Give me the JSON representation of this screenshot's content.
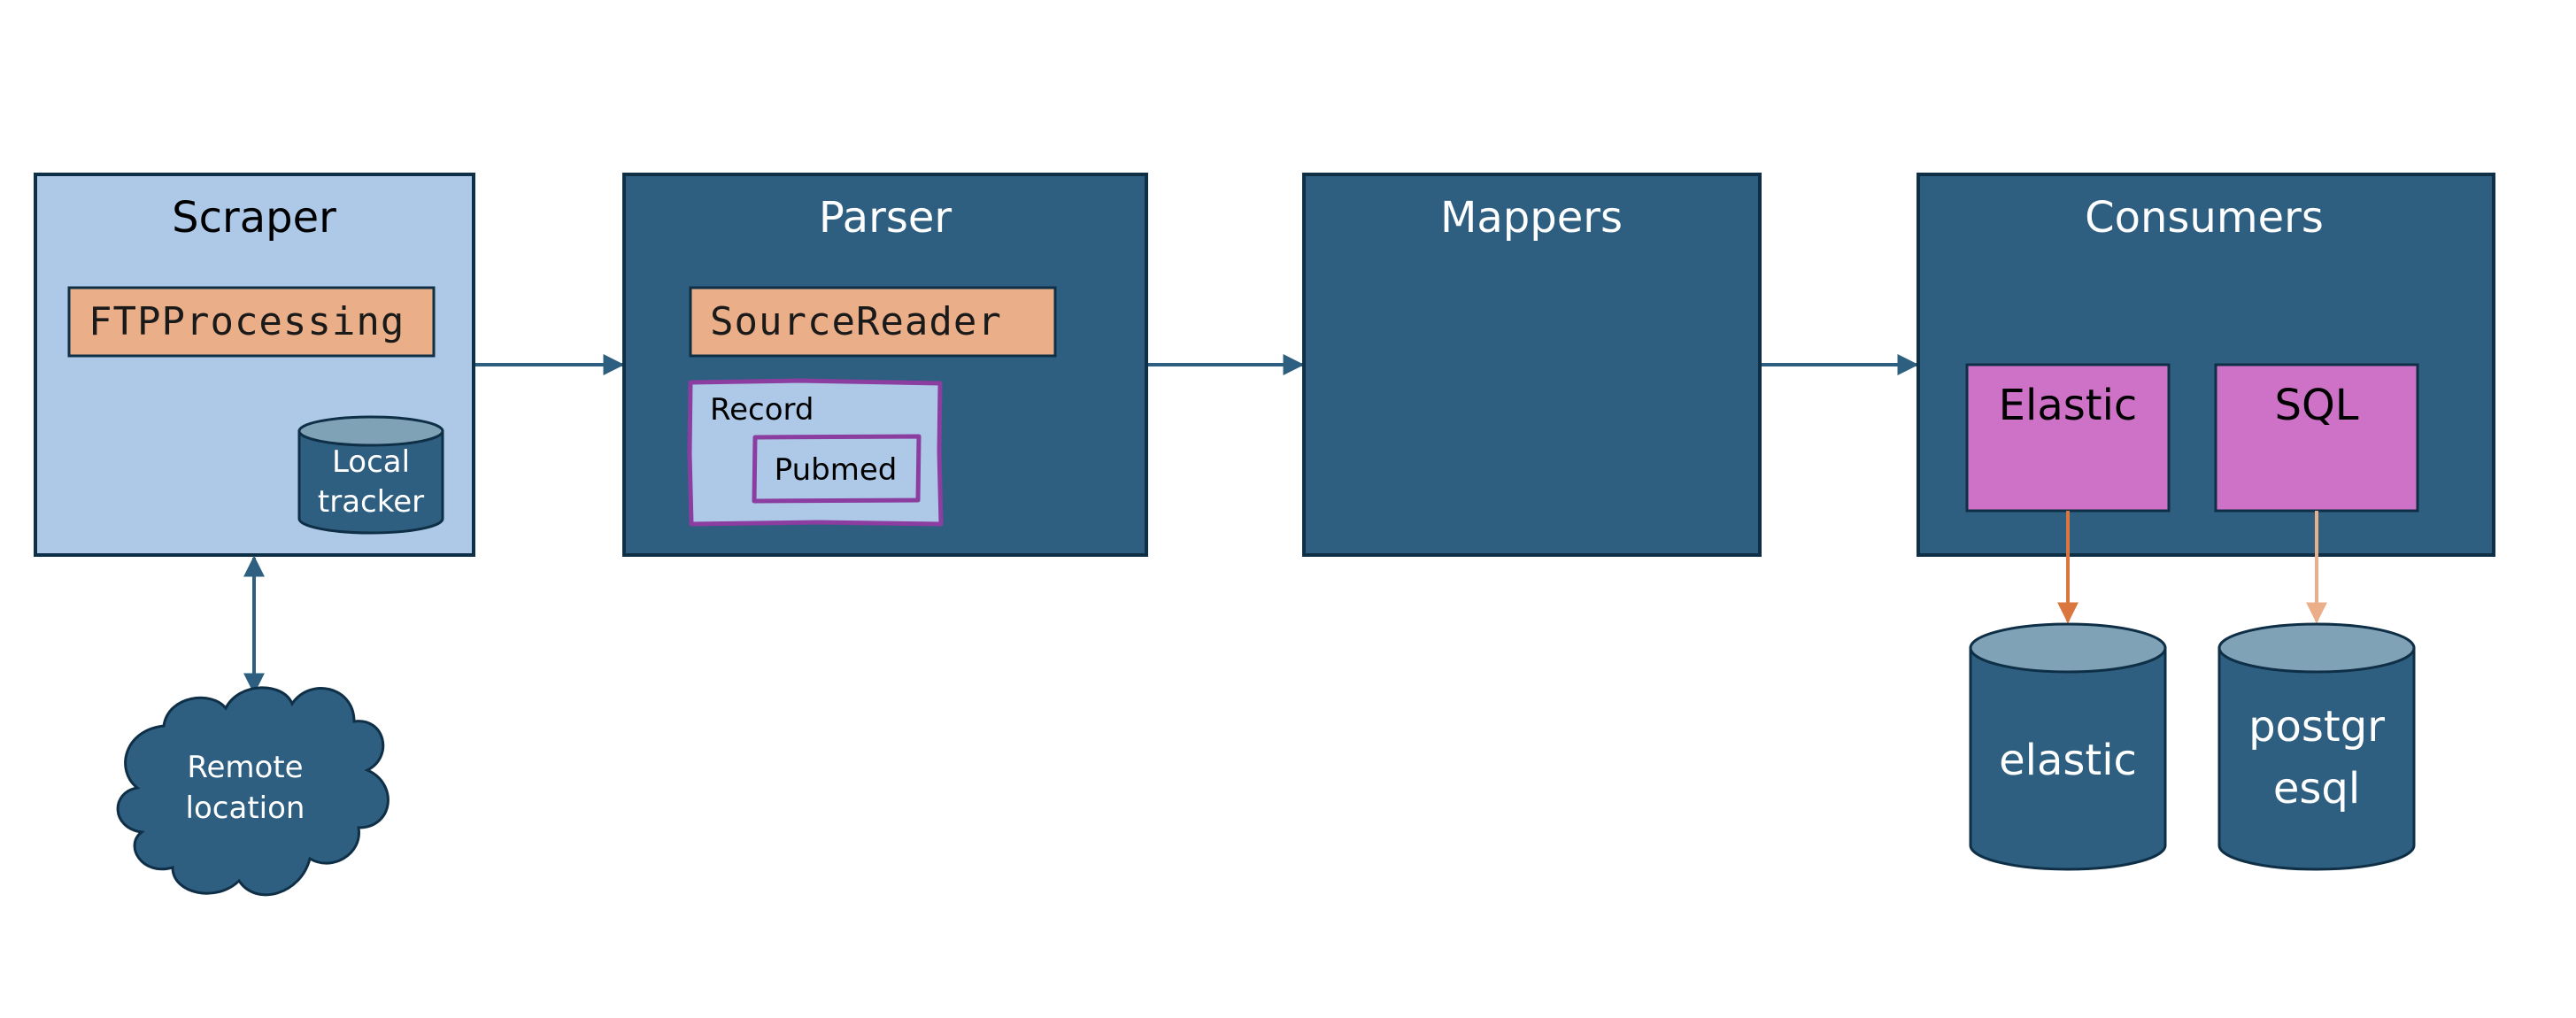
{
  "colors": {
    "navy": "#2e5f80",
    "light_blue": "#adc9e7",
    "peach": "#eaaf88",
    "magenta": "#cd72c6",
    "purple_border": "#8b3da0",
    "cylinder_top": "#7fa2b6",
    "outline": "#0f2f47",
    "arrow": "#2e5f80",
    "arrow_orange_dark": "#d9773f",
    "arrow_orange_light": "#eaaf88"
  },
  "scraper": {
    "title": "Scraper",
    "ftp_component": "FTPProcessing",
    "tracker": {
      "line1": "Local",
      "line2": "tracker"
    }
  },
  "remote": {
    "line1": "Remote",
    "line2": "location"
  },
  "parser": {
    "title": "Parser",
    "source_reader": "SourceReader",
    "record": {
      "label": "Record",
      "inner": "Pubmed"
    }
  },
  "mappers": {
    "title": "Mappers"
  },
  "consumers": {
    "title": "Consumers",
    "elastic": "Elastic",
    "sql": "SQL"
  },
  "stores": {
    "elastic": "elastic",
    "postgres": {
      "line1": "postgr",
      "line2": "esql"
    }
  }
}
